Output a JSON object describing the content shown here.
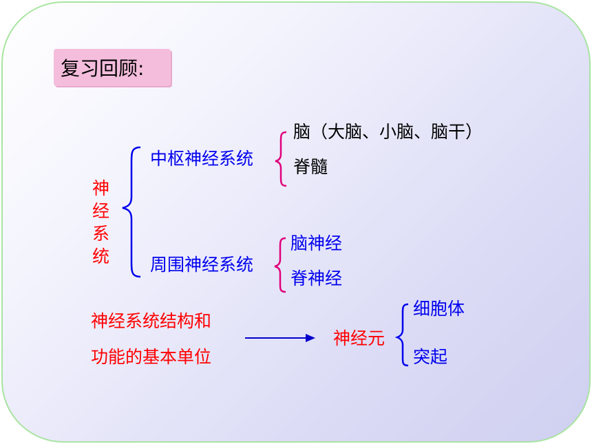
{
  "title": "复习回顾:",
  "nervous_system": {
    "label": "神经系统",
    "cns": {
      "label": "中枢神经系统",
      "items": [
        "脑（大脑、小脑、脑干）",
        "脊髓"
      ]
    },
    "pns": {
      "label": "周围神经系统",
      "items": [
        "脑神经",
        "脊神经"
      ]
    }
  },
  "neuron": {
    "statement_line1": "神经系统结构和",
    "statement_line2": "功能的基本单位",
    "label": "神经元",
    "parts": [
      "细胞体",
      "突起"
    ]
  },
  "colors": {
    "heading_text": "#0000ee",
    "emphasis_text": "#ff0000",
    "brace_main": "#0000ee",
    "brace_sub": "#e0007a",
    "arrow": "#0000cc",
    "title_bg": "#f4bddc",
    "slide_border": "#a8e4a0"
  }
}
